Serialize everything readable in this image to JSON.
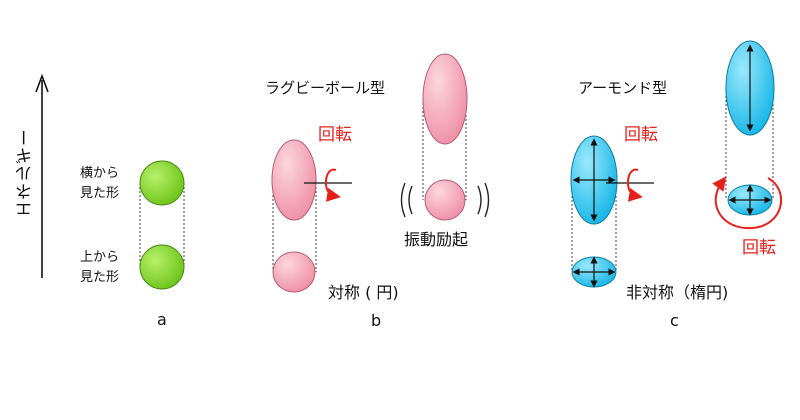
{
  "energy_axis": {
    "label": "エネルギー"
  },
  "panel_a": {
    "side_view_label": "横から\n見た形",
    "top_view_label": "上から\n見た形",
    "letter": "a",
    "color": "#7ed321"
  },
  "panel_b": {
    "title": "ラグビーボール型",
    "rotation_label": "回転",
    "vibration_label": "振動励起",
    "symmetry_label": "対称 ( 円)",
    "letter": "b",
    "color": "#f29bb0"
  },
  "panel_c": {
    "title": "アーモンド型",
    "rotation_label_top": "回転",
    "rotation_label_bottom": "回転",
    "asymmetry_label": "非対称（楕円)",
    "letter": "c",
    "color": "#29c4ee"
  },
  "accent_red": "#e8201c"
}
